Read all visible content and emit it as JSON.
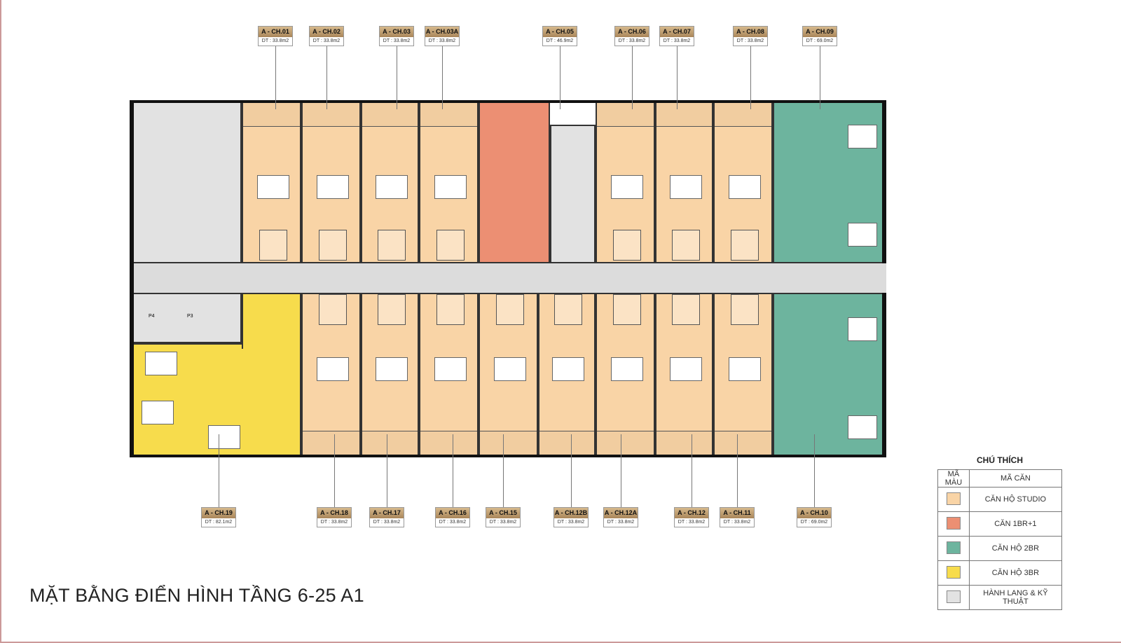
{
  "title": "MẶT BẰNG ĐIỂN HÌNH TẦNG 6-25 A1",
  "colors": {
    "studio": "#f9d4a6",
    "br1": "#ec8f73",
    "br2": "#6db49e",
    "br3": "#f7dc4c",
    "tech": "#e2e2e2"
  },
  "top_units": [
    {
      "code": "A - CH.01",
      "area": "DT : 33.8m2",
      "type": "studio"
    },
    {
      "code": "A - CH.02",
      "area": "DT : 33.8m2",
      "type": "studio"
    },
    {
      "code": "A - CH.03",
      "area": "DT : 33.8m2",
      "type": "studio"
    },
    {
      "code": "A - CH.03A",
      "area": "DT : 33.8m2",
      "type": "studio"
    },
    {
      "code": "A - CH.05",
      "area": "DT : 46.9m2",
      "type": "br1"
    },
    {
      "code": "A - CH.06",
      "area": "DT : 33.8m2",
      "type": "studio"
    },
    {
      "code": "A - CH.07",
      "area": "DT : 33.8m2",
      "type": "studio"
    },
    {
      "code": "A - CH.08",
      "area": "DT : 33.8m2",
      "type": "studio"
    },
    {
      "code": "A - CH.09",
      "area": "DT : 69.0m2",
      "type": "br2"
    }
  ],
  "bottom_units": [
    {
      "code": "A - CH.19",
      "area": "DT : 82.1m2",
      "type": "br3"
    },
    {
      "code": "A - CH.18",
      "area": "DT : 33.8m2",
      "type": "studio"
    },
    {
      "code": "A - CH.17",
      "area": "DT : 33.8m2",
      "type": "studio"
    },
    {
      "code": "A - CH.16",
      "area": "DT : 33.8m2",
      "type": "studio"
    },
    {
      "code": "A - CH.15",
      "area": "DT : 33.8m2",
      "type": "studio"
    },
    {
      "code": "A - CH.12B",
      "area": "DT : 33.8m2",
      "type": "studio"
    },
    {
      "code": "A - CH.12A",
      "area": "DT : 33.8m2",
      "type": "studio"
    },
    {
      "code": "A - CH.12",
      "area": "DT : 33.8m2",
      "type": "studio"
    },
    {
      "code": "A - CH.11",
      "area": "DT : 33.8m2",
      "type": "studio"
    },
    {
      "code": "A - CH.10",
      "area": "DT : 69.0m2",
      "type": "br2"
    }
  ],
  "lift_labels": [
    "P4",
    "P3"
  ],
  "legend": {
    "title": "CHÚ THÍCH",
    "col1": "MÃ MÀU",
    "col2": "MÃ CĂN",
    "rows": [
      {
        "label": "CĂN HỘ STUDIO",
        "color": "#f9d4a6"
      },
      {
        "label": "CĂN 1BR+1",
        "color": "#ec8f73"
      },
      {
        "label": "CĂN HỘ 2BR",
        "color": "#6db49e"
      },
      {
        "label": "CĂN HỘ 3BR",
        "color": "#f7dc4c"
      },
      {
        "label": "HÀNH LANG & KỸ THUẬT",
        "color": "#e2e2e2"
      }
    ]
  }
}
